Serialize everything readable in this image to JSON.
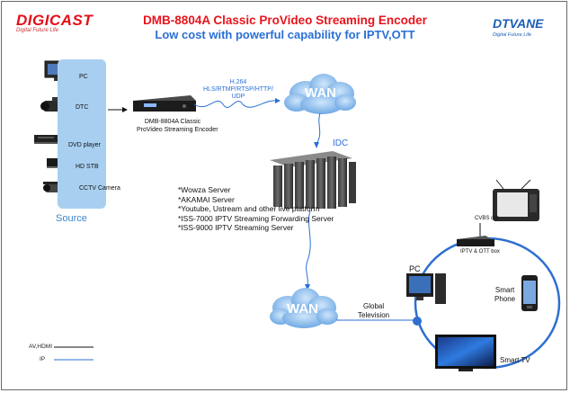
{
  "header": {
    "title": "DMB-8804A Classic ProVideo Streaming Encoder",
    "subtitle": "Low cost with powerful capability for IPTV,OTT"
  },
  "logos": {
    "left_brand": "DIGICAST",
    "left_tagline": "Digital Future Life",
    "right_brand": "DTVANE",
    "right_tagline": "Digital Future Life"
  },
  "sources": {
    "panel_label": "Source",
    "items": [
      {
        "label": "PC",
        "icon": "pc-icon"
      },
      {
        "label": "DTC",
        "icon": "camcorder-icon"
      },
      {
        "label": "DVD player",
        "icon": "dvd-player-icon"
      },
      {
        "label": "HD STB",
        "icon": "set-top-box-icon"
      },
      {
        "label": "CCTV Camera",
        "icon": "cctv-camera-icon"
      }
    ]
  },
  "encoder": {
    "label_line1": "DMB-8804A Classic",
    "label_line2": "ProVideo Streaming Encoder"
  },
  "protocol": {
    "line1": "H.264",
    "line2": "HLS/RTMP/RTSP/HTTP/",
    "line3": "UDP"
  },
  "network": {
    "wan_top": "WAN",
    "wan_bottom": "WAN",
    "idc": "IDC"
  },
  "servers": {
    "lines": [
      "*Wowza Server",
      "*AKAMAI Server",
      "*Youtube, Ustream and other live platform",
      "*ISS-7000 IPTV Streaming Forwarding Server",
      "*ISS-9000 IPTV Streaming Server"
    ]
  },
  "clients": {
    "cvbs_out": "CVBS out",
    "ott_box": "IPTV & OTT box",
    "pc": "PC",
    "smart_phone_line1": "Smart",
    "smart_phone_line2": "Phone",
    "smart_tv": "Smart TV",
    "global_tv_line1": "Global",
    "global_tv_line2": "Television"
  },
  "legend": {
    "av_hdmi": "AV,HDMI",
    "ip": "IP"
  },
  "colors": {
    "title_red": "#e8141c",
    "accent_blue": "#2a6fd6",
    "cloud_blue": "#8fc1ee",
    "source_panel": "#a8cff0",
    "ring_blue": "#2f6fd0"
  }
}
